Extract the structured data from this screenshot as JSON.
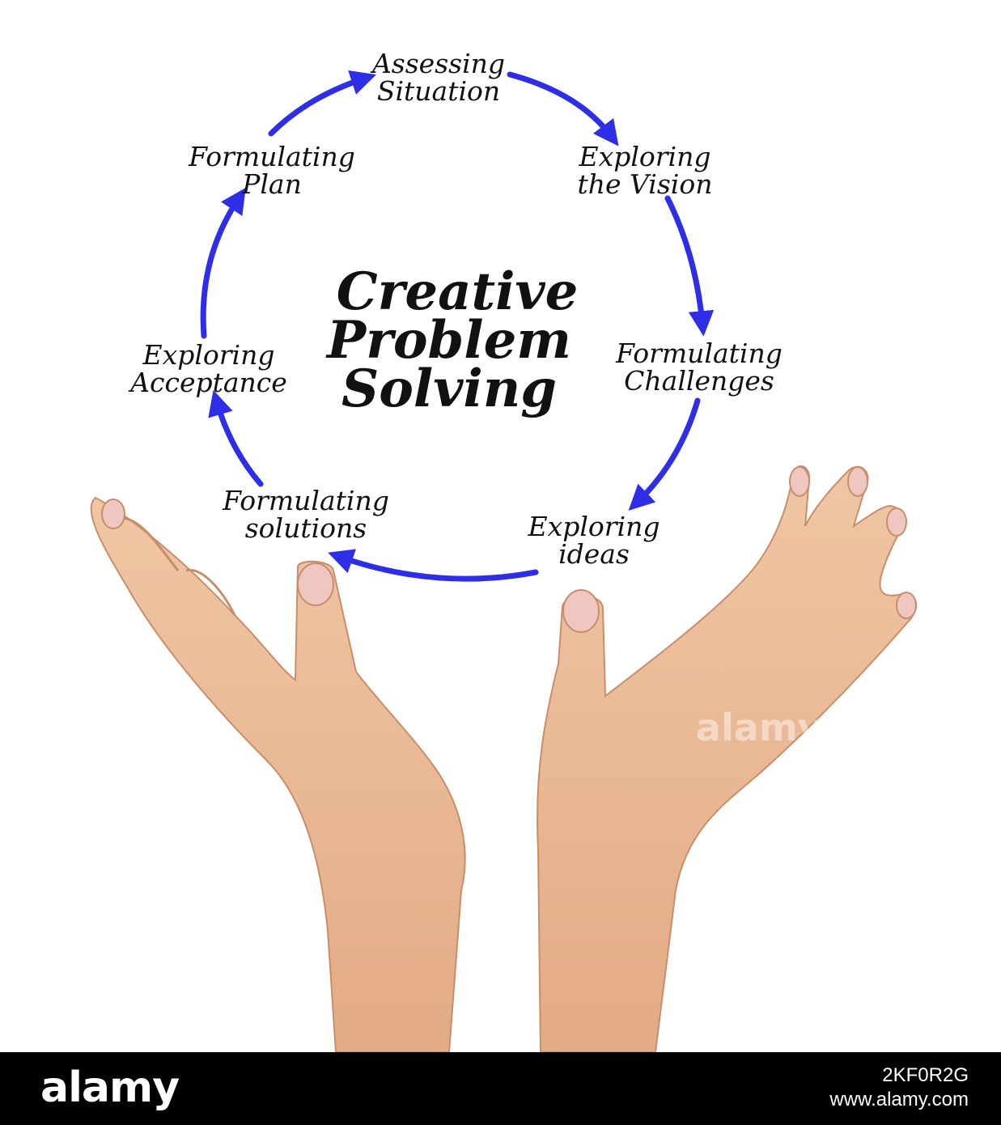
{
  "diagram": {
    "title_lines": [
      "Creative",
      "Problem",
      "Solving"
    ],
    "steps": [
      {
        "line1": "Assessing",
        "line2": "Situation"
      },
      {
        "line1": "Exploring",
        "line2": "the Vision"
      },
      {
        "line1": "Formulating",
        "line2": "Challenges"
      },
      {
        "line1": "Exploring",
        "line2": "ideas"
      },
      {
        "line1": "Formulating",
        "line2": "solutions"
      },
      {
        "line1": "Exploring",
        "line2": "Acceptance"
      },
      {
        "line1": "Formulating",
        "line2": "Plan"
      }
    ],
    "arrow_color": "#2e2ee8",
    "text_color": "#111111",
    "skin_color": "#e9b894"
  },
  "watermark": {
    "text": "alamy"
  },
  "footer": {
    "logo": "alamy",
    "image_id": "2KF0R2G",
    "site": "www.alamy.com"
  }
}
